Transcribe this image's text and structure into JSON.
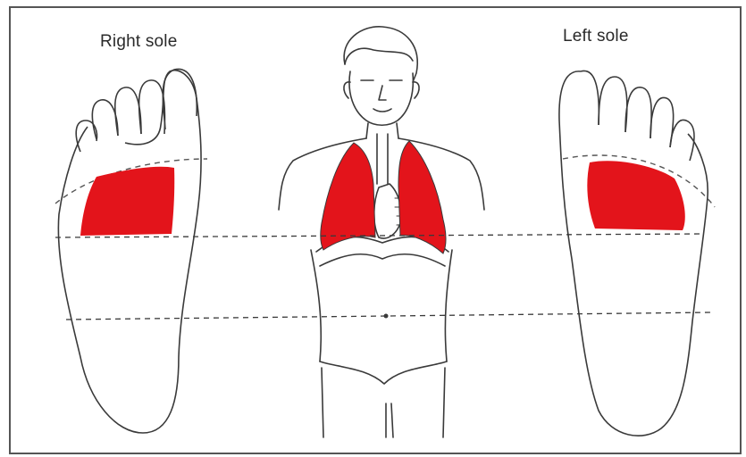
{
  "labels": {
    "right_sole": "Right sole",
    "left_sole": "Left sole"
  },
  "colors": {
    "highlight": "#e3141b",
    "line": "#3a3a3a",
    "border": "#555555",
    "background": "#ffffff"
  },
  "highlighted_region": "lungs"
}
